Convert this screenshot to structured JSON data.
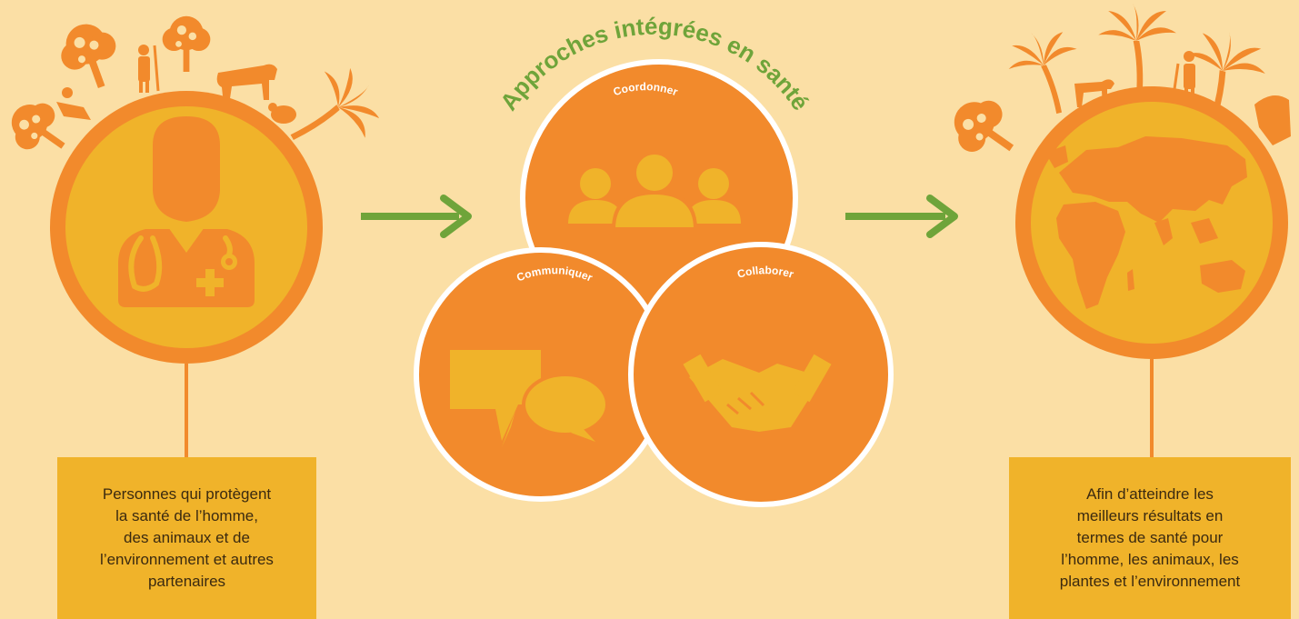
{
  "diagram": {
    "title": "Approches intégrées en santé",
    "circles": {
      "top": "Coordonner",
      "left": "Communiquer",
      "right": "Collaborer"
    },
    "left_caption": [
      "Personnes qui protègent",
      "la santé de l’homme,",
      "des animaux et de",
      "l’environnement et autres",
      "partenaires"
    ],
    "right_caption": [
      "Afin d’atteindre les",
      "meilleurs résultats en",
      "termes de santé pour",
      "l’homme, les animaux, les",
      "plantes et l’environnement"
    ]
  },
  "colors": {
    "background": "#fbdfa5",
    "orange": "#f28a2c",
    "gold": "#f0b32a",
    "green": "#6fa43a",
    "white": "#ffffff"
  },
  "icons": [
    "health-worker-icon",
    "stethoscope-icon",
    "medical-cross-icon",
    "tree-icon",
    "palm-tree-icon",
    "cow-icon",
    "hen-icon",
    "farmer-icon",
    "goat-icon",
    "people-group-icon",
    "speech-bubbles-icon",
    "handshake-icon",
    "world-map-icon",
    "arrow-right-icon"
  ]
}
